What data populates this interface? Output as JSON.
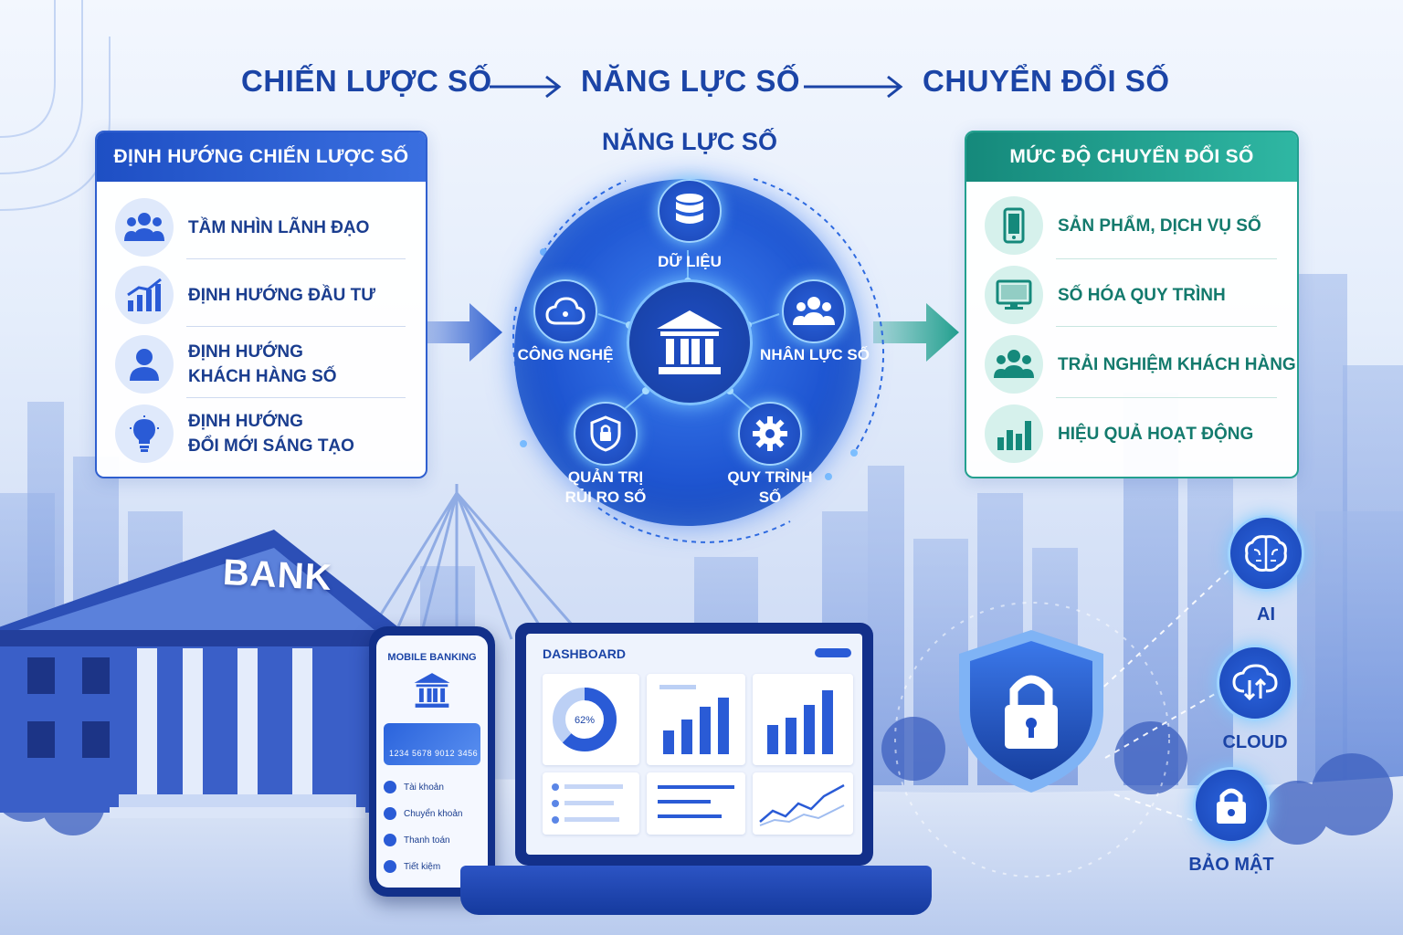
{
  "flow": {
    "step1": "CHIẾN LƯỢC SỐ",
    "step2": "NĂNG LỰC SỐ",
    "step3": "CHUYỂN ĐỔI SỐ"
  },
  "left_panel": {
    "title": "ĐỊNH HƯỚNG CHIẾN LƯỢC SỐ",
    "items": [
      {
        "label": "TẦM NHÌN LÃNH ĐẠO",
        "icon": "leadership-group-icon"
      },
      {
        "label": "ĐỊNH HƯỚNG ĐẦU TƯ",
        "icon": "growth-chart-icon"
      },
      {
        "label_line1": "ĐỊNH HƯỚNG",
        "label_line2": "KHÁCH HÀNG SỐ",
        "icon": "customer-icon"
      },
      {
        "label_line1": "ĐỊNH HƯỚNG",
        "label_line2": "ĐỔI MỚI SÁNG TẠO",
        "icon": "lightbulb-icon"
      }
    ]
  },
  "center": {
    "title": "NĂNG LỰC SỐ",
    "nodes": {
      "data": "DỮ LIỆU",
      "technology": "CÔNG NGHỆ",
      "people": "NHÂN LỰC SỐ",
      "risk_line1": "QUẢN TRỊ",
      "risk_line2": "RỦI RO SỐ",
      "process_line1": "QUY TRÌNH",
      "process_line2": "SỐ"
    }
  },
  "right_panel": {
    "title": "MỨC ĐỘ CHUYỂN ĐỔI SỐ",
    "items": [
      {
        "label": "SẢN PHẨM, DỊCH VỤ SỐ",
        "icon": "smartphone-icon"
      },
      {
        "label": "SỐ HÓA QUY TRÌNH",
        "icon": "monitor-icon"
      },
      {
        "label": "TRẢI NGHIỆM KHÁCH HÀNG",
        "icon": "customers-icon"
      },
      {
        "label": "HIỆU QUẢ HOẠT ĐỘNG",
        "icon": "bar-chart-icon"
      }
    ]
  },
  "bank": {
    "sign": "BANK"
  },
  "phone": {
    "title": "MOBILE BANKING",
    "card_number": "1234  5678  9012  3456",
    "menu": [
      "Tài khoản",
      "Chuyển khoản",
      "Thanh toán",
      "Tiết kiệm"
    ]
  },
  "laptop": {
    "title": "DASHBOARD",
    "donut_value": "62%",
    "donut_fraction": 0.62
  },
  "security": {
    "ai": "AI",
    "cloud": "CLOUD",
    "security": "BẢO MẬT"
  },
  "colors": {
    "primary_blue": "#1b44a6",
    "teal": "#15897b",
    "accent_glow": "#9fd4ff"
  }
}
